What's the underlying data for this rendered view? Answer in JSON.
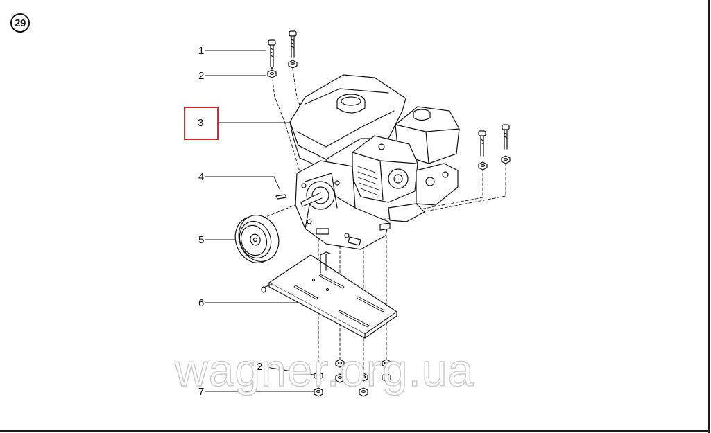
{
  "page_badge": "29",
  "callouts": [
    {
      "id": "c1",
      "label": "1"
    },
    {
      "id": "c2a",
      "label": "2"
    },
    {
      "id": "c3",
      "label": "3"
    },
    {
      "id": "c4",
      "label": "4"
    },
    {
      "id": "c5",
      "label": "5"
    },
    {
      "id": "c6",
      "label": "6"
    },
    {
      "id": "c2b",
      "label": "2"
    },
    {
      "id": "c7",
      "label": "7"
    }
  ],
  "highlight": {
    "callout": "3",
    "color": "#d42a2a"
  },
  "watermark": "wagner.org.ua",
  "colors": {
    "ink": "#111111",
    "highlight": "#d42a2a",
    "watermark_outline": "#c8c8c8"
  }
}
